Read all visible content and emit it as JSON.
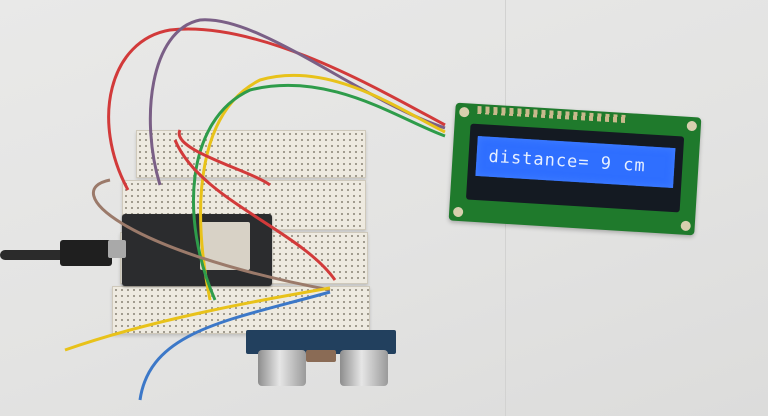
{
  "scene": {
    "description": "ESP32 dev board on breadboard wired to an HC-SR04 ultrasonic sensor and a 16x2 blue I2C LCD",
    "lcd": {
      "line1": "distance= 9 cm",
      "backlight_color": "#2f6fff",
      "pcb_color": "#1f7a2c"
    },
    "components": [
      "ESP32 dev board",
      "breadboard",
      "HC-SR04 ultrasonic sensor",
      "16x2 LCD with I2C backpack",
      "USB cable",
      "jumper wires"
    ],
    "wire_colors": [
      "#d23a3a",
      "#7a5f86",
      "#e8c21a",
      "#2e9c4a",
      "#9b7a6a",
      "#3c78c8"
    ]
  }
}
